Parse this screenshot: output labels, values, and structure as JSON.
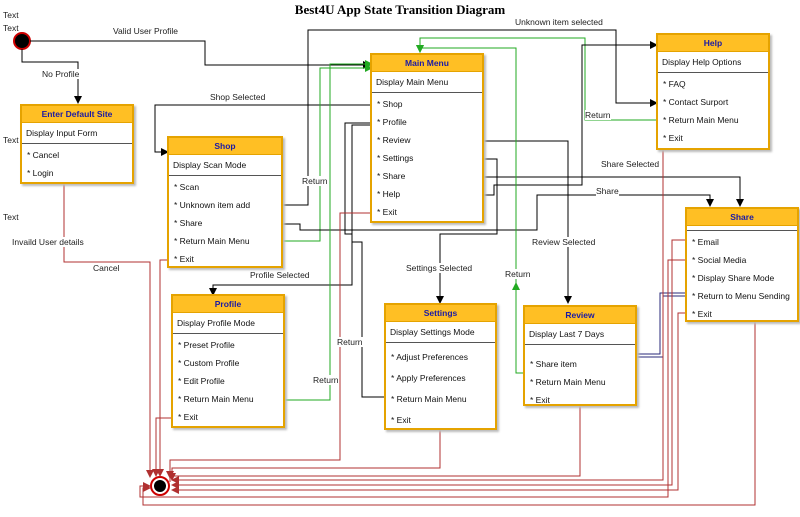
{
  "title": "Best4U App State Transition Diagram",
  "free_texts": [
    "Text",
    "Text",
    "Text",
    "Text"
  ],
  "states": {
    "enter_default_site": {
      "title": "Enter Default Site",
      "subtitle": "Display Input Form",
      "items": [
        "* Cancel",
        "* Login"
      ]
    },
    "main_menu": {
      "title": "Main Menu",
      "subtitle": "Display Main Menu",
      "items": [
        "* Shop",
        "* Profile",
        "* Review",
        "* Settings",
        "* Share",
        "* Help",
        "* Exit"
      ]
    },
    "shop": {
      "title": "Shop",
      "subtitle": "Display Scan Mode",
      "items": [
        "* Scan",
        "* Unknown item add",
        "* Share",
        "* Return Main Menu",
        "* Exit"
      ]
    },
    "help": {
      "title": "Help",
      "subtitle": "Display Help Options",
      "items": [
        "* FAQ",
        "* Contact Surport",
        "* Return Main Menu",
        "* Exit"
      ]
    },
    "share": {
      "title": "Share",
      "subtitle": "",
      "items": [
        "* Email",
        "* Social Media",
        "* Display Share Mode",
        "* Return to Menu Sending",
        "* Exit"
      ]
    },
    "profile": {
      "title": "Profile",
      "subtitle": "Display Profile Mode",
      "items": [
        "* Preset Profile",
        "* Custom Profile",
        "* Edit Profile",
        "* Return Main Menu",
        "* Exit"
      ]
    },
    "settings": {
      "title": "Settings",
      "subtitle": "Display Settings Mode",
      "items": [
        "* Adjust Preferences",
        "* Apply Preferences",
        "* Return Main Menu",
        "* Exit"
      ]
    },
    "review": {
      "title": "Review",
      "subtitle": "Display Last 7 Days",
      "items": [
        "* Share item",
        "* Return Main Menu",
        "* Exit"
      ]
    }
  },
  "edge_labels": {
    "valid_user_profile": "Valid User Profile",
    "no_profile": "No Profile",
    "unknown_item_selected": "Unknown item selected",
    "shop_selected": "Shop Selected",
    "return_help": "Return",
    "return_shop": "Return",
    "share_selected": "Share Selected",
    "share": "Share",
    "invalid_user_details": "Invaild User details",
    "cancel": "Cancel",
    "profile_selected": "Profile Selected",
    "settings_selected": "Settings Selected",
    "review_selected": "Review Selected",
    "return_review": "Return",
    "return_settings": "Return",
    "return_profile": "Return"
  },
  "colors": {
    "header_fill": "#ffbf24",
    "border": "#e5a300",
    "header_text": "#1a1aa6",
    "return_line": "#22aa22",
    "exit_line": "#b03030",
    "share_line": "#2a2a7a"
  }
}
